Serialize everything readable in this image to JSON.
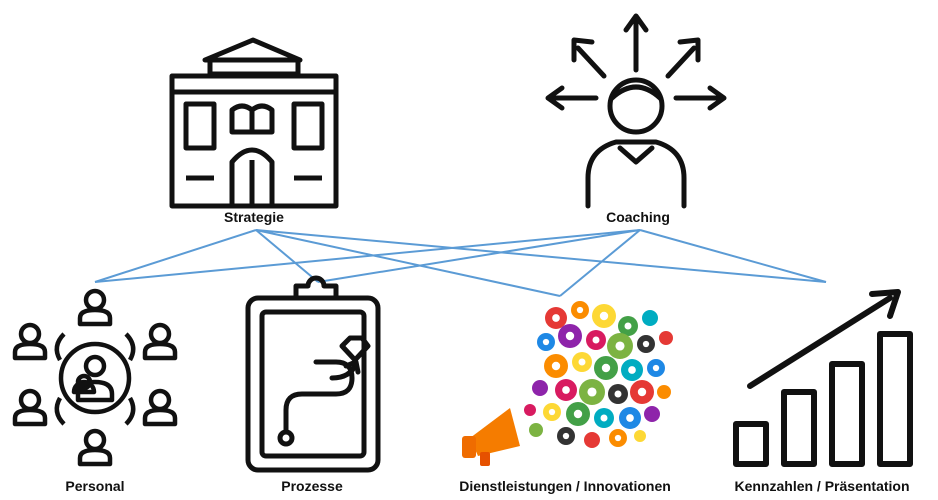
{
  "nodes": {
    "strategie": {
      "label": "Strategie",
      "icon": "building-icon"
    },
    "coaching": {
      "label": "Coaching",
      "icon": "person-arrows-icon"
    },
    "personal": {
      "label": "Personal",
      "icon": "people-network-icon"
    },
    "prozesse": {
      "label": "Prozesse",
      "icon": "clipboard-path-icon"
    },
    "dienstleistungen": {
      "label": "Dienstleistungen / Innovationen",
      "icon": "megaphone-bubbles-icon"
    },
    "kennzahlen": {
      "label": "Kennzahlen / Präsentation",
      "icon": "bar-chart-arrow-icon"
    }
  },
  "connections": [
    [
      "strategie",
      "personal"
    ],
    [
      "strategie",
      "prozesse"
    ],
    [
      "strategie",
      "dienstleistungen"
    ],
    [
      "strategie",
      "kennzahlen"
    ],
    [
      "coaching",
      "personal"
    ],
    [
      "coaching",
      "prozesse"
    ],
    [
      "coaching",
      "dienstleistungen"
    ],
    [
      "coaching",
      "kennzahlen"
    ]
  ],
  "colors": {
    "connector": "#5b9bd5",
    "icon_stroke": "#111111",
    "bubble_palette": [
      "#e53935",
      "#fb8c00",
      "#fdd835",
      "#43a047",
      "#00acc1",
      "#1e88e5",
      "#8e24aa",
      "#d81b60",
      "#7cb342",
      "#333333"
    ],
    "megaphone": "#f57c00"
  }
}
